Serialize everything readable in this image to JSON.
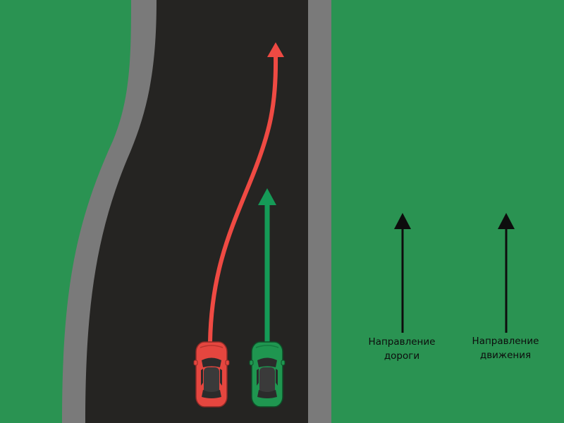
{
  "colors": {
    "grass": "#2a9352",
    "curb": "#7a7a7a",
    "asphalt": "#252422",
    "red_path": "#ef4a43",
    "green_path": "#159a57",
    "red_car": "#e5463f",
    "green_car": "#1f9650",
    "legend_arrow": "#0d0d0d"
  },
  "legend": {
    "road_direction": {
      "line1": "Направление",
      "line2": "дороги"
    },
    "travel_direction": {
      "line1": "Направление",
      "line2": "движения"
    }
  }
}
